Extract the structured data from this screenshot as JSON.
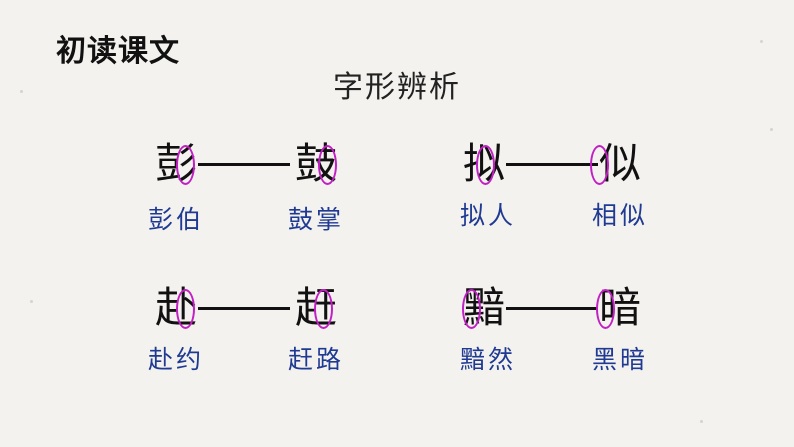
{
  "title": "初读课文",
  "subtitle": "字形辨析",
  "pairs": [
    {
      "left_char": "彭",
      "right_char": "鼓",
      "left_word": "彭伯",
      "right_word": "鼓掌"
    },
    {
      "left_char": "拟",
      "right_char": "似",
      "left_word": "拟人",
      "right_word": "相似"
    },
    {
      "left_char": "赴",
      "right_char": "赶",
      "left_word": "赴约",
      "right_word": "赶路"
    },
    {
      "left_char": "黯",
      "right_char": "暗",
      "left_word": "黯然",
      "right_word": "黑暗"
    }
  ],
  "colors": {
    "circle": "#c21fc4",
    "word": "#1f3a93",
    "text": "#111111"
  }
}
